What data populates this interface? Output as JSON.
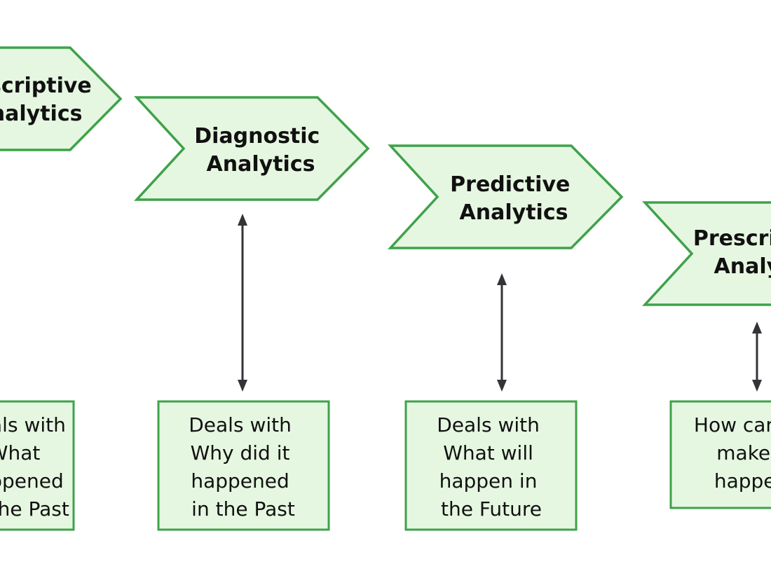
{
  "diagram": {
    "colors": {
      "shape_fill": "#e6f7e1",
      "shape_stroke": "#3ea24a",
      "arrow": "#333338",
      "text": "#111111"
    },
    "stages": [
      {
        "title_line1": "Descriptive",
        "title_line2": "Analytics",
        "desc": [
          "Deals with",
          "What",
          "happened",
          "in the Past"
        ]
      },
      {
        "title_line1": "Diagnostic",
        "title_line2": "Analytics",
        "desc": [
          "Deals with",
          "Why did it",
          "happened",
          "in the Past"
        ]
      },
      {
        "title_line1": "Predictive",
        "title_line2": "Analytics",
        "desc": [
          "Deals with",
          "What will",
          "happen in",
          "the Future"
        ]
      },
      {
        "title_line1": "Prescriptive",
        "title_line2": "Analytics",
        "desc": [
          "How can we",
          "make it",
          "happen?"
        ]
      }
    ]
  }
}
